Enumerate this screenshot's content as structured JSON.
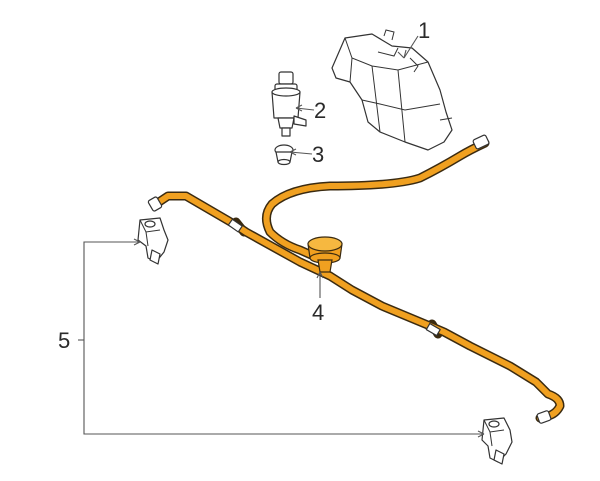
{
  "diagram": {
    "hose_color": "#f0a020",
    "callouts": [
      {
        "id": "1",
        "text": "1"
      },
      {
        "id": "2",
        "text": "2"
      },
      {
        "id": "3",
        "text": "3"
      },
      {
        "id": "4",
        "text": "4"
      },
      {
        "id": "5",
        "text": "5"
      }
    ],
    "parts": [
      {
        "callout": "1",
        "icon": "reservoir-icon"
      },
      {
        "callout": "2",
        "icon": "pump-icon"
      },
      {
        "callout": "3",
        "icon": "grommet-icon"
      },
      {
        "callout": "4",
        "icon": "check-valve-icon"
      },
      {
        "callout": "5",
        "icon": "nozzle-icon"
      }
    ]
  }
}
